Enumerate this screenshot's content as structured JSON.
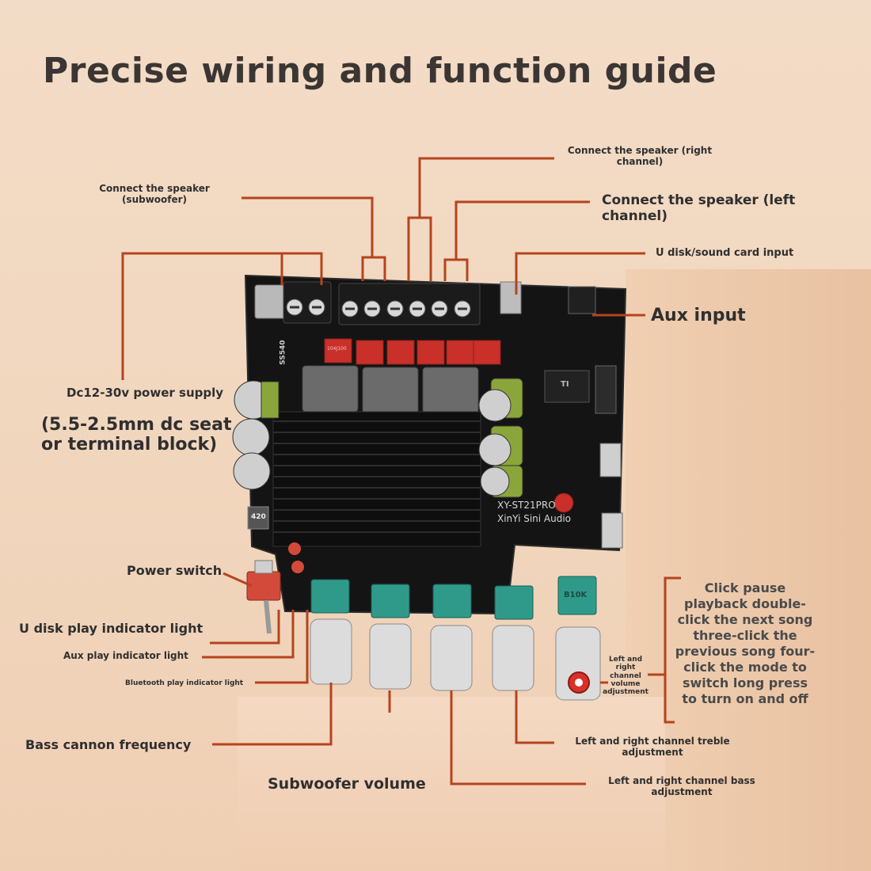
{
  "title": "Precise wiring and function guide",
  "board": {
    "model": "XY-ST21PRO",
    "brand": "XinYi Sini Audio",
    "chip_mark": "TI",
    "cap_mark": "420",
    "potentiometer_mark": "B10K",
    "diode_mark": "SS540",
    "capacitor_code": "104J100"
  },
  "callouts": {
    "speaker_right": "Connect the speaker (right channel)",
    "speaker_sub": "Connect the speaker (subwoofer)",
    "speaker_left": "Connect the speaker (left channel)",
    "udisk_input": "U disk/sound card input",
    "aux_input": "Aux input",
    "power_supply": "Dc12-30v power supply",
    "power_connector": "(5.5-2.5mm dc seat or terminal block)",
    "power_switch": "Power switch",
    "udisk_indicator": "U disk play indicator light",
    "aux_indicator": "Aux play indicator light",
    "bt_indicator": "Bluetooth play indicator light",
    "bass_freq": "Bass cannon frequency",
    "sub_volume": "Subwoofer volume",
    "lr_volume": "Left and right channel volume adjustment",
    "lr_treble": "Left and right channel treble adjustment",
    "lr_bass": "Left and right channel bass adjustment",
    "button_functions": "Click pause playback double-click the next song three-click the previous song four-click the mode to switch long press to turn on and off"
  },
  "colors": {
    "leader_line": "#b5441e",
    "board": "#151515",
    "pot_green": "#2f9a8a",
    "capacitor_red": "#c9302a",
    "cap_green": "#8aa63a"
  }
}
